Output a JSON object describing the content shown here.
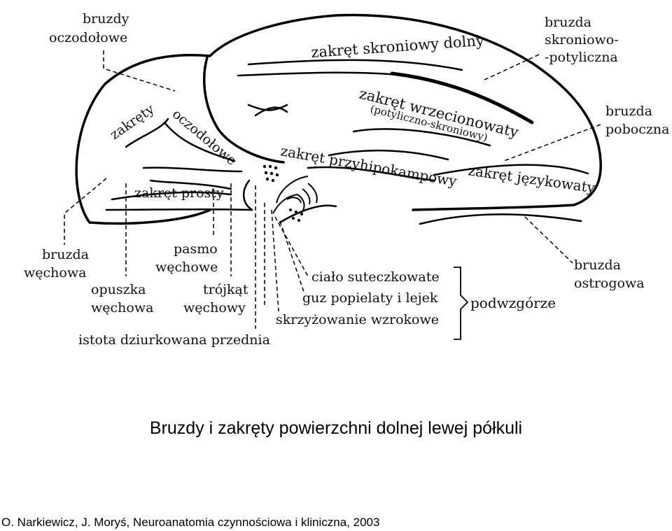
{
  "labels": {
    "bruzdy_oczodolowe": [
      "bruzdy",
      "oczodołowe"
    ],
    "zakret_skroniowy_dolny": "zakręt skroniowy dolny",
    "bruzda_skroniowo_potyliczna": [
      "bruzda",
      "skroniowo-",
      "-potyliczna"
    ],
    "zakret_wrzecionowaty": "zakręt wrzecionowaty",
    "potyliczno_skroniowy": "(potyliczno-skroniowy)",
    "bruzda_poboczna": [
      "bruzda",
      "poboczna"
    ],
    "zakrety": "zakręty",
    "oczodolowe": "oczodołowe",
    "zakret_przyhipokampowy": "zakręt przyhipokampowy",
    "zakret_jezykowaty": "zakręt językowaty",
    "zakret_prosty": "zakręt prosty",
    "bruzda_wechowa": [
      "bruzda",
      "węchowa"
    ],
    "pasmo_wechowe": [
      "pasmo",
      "węchowe"
    ],
    "opuszka_wechowa": [
      "opuszka",
      "węchowa"
    ],
    "trojkat_wechowy": [
      "trójkąt",
      "węchowy"
    ],
    "istota_dziurkowana_przednia": "istota dziurkowana przednia",
    "cialo_suteczkowate": "ciało suteczkowate",
    "guz_popielaty": "guz popielaty i lejek",
    "skrzyzowanie_wzrokowe": "skrzyżowanie wzrokowe",
    "podwzgorze": "podwzgórze",
    "bruzda_ostrogowa": [
      "bruzda",
      "ostrogowa"
    ]
  },
  "caption": "Bruzdy i zakręty powierzchni dolnej lewej półkuli",
  "source": "O. Narkiewicz, J. Moryś, Neuroanatomia czynnościowa i kliniczna, 2003"
}
